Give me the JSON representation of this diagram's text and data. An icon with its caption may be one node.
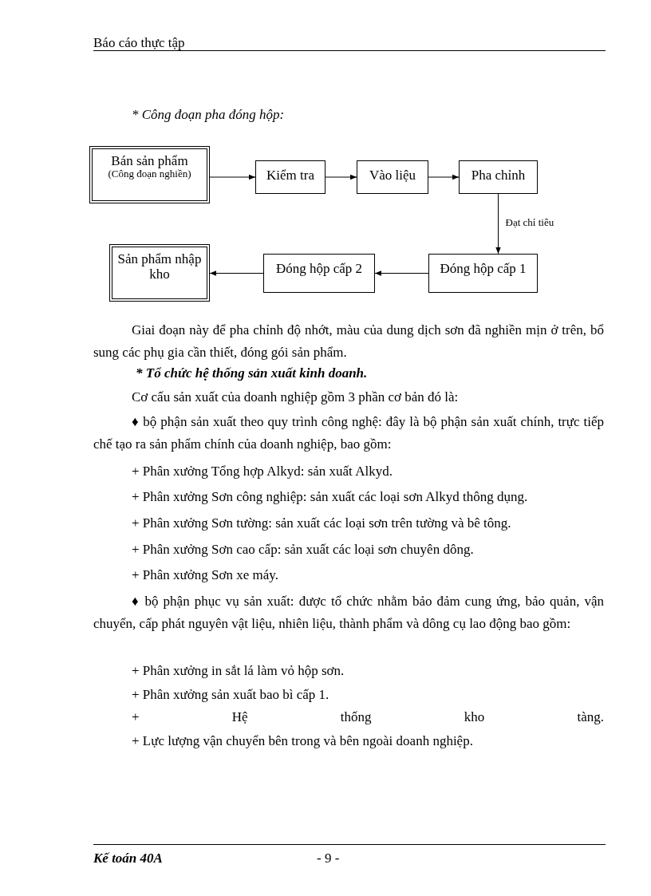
{
  "diagram": {
    "title": "* Công đoạn pha đóng hộp:",
    "nodes": [
      {
        "text": [
          "Bán sản phẩm",
          "(Công đoạn nghiền)"
        ]
      },
      {
        "text": [
          "Kiểm tra"
        ]
      },
      {
        "text": [
          "Vào liệu"
        ]
      },
      {
        "text": [
          "Pha chỉnh"
        ]
      },
      {
        "text": [
          "Đóng hộp cấp 1"
        ]
      },
      {
        "text": [
          "Đóng hộp cấp 2"
        ]
      },
      {
        "text": [
          "Sản phẩm nhập kho"
        ]
      }
    ],
    "edges": [
      {
        "from": 0,
        "to": 1,
        "arrow": "to"
      },
      {
        "from": 1,
        "to": 2,
        "arrow": "to"
      },
      {
        "from": 2,
        "to": 3,
        "arrow": "to"
      },
      {
        "from": 3,
        "to": 4,
        "arrow": "to",
        "label": "Đạt chỉ tiêu"
      },
      {
        "from": 4,
        "to": 5,
        "arrow": "to"
      },
      {
        "from": 5,
        "to": 6,
        "arrow": "to"
      }
    ],
    "labels": [
      "Báo cáo thực tập",
      "Giai đoạn này để pha chỉnh độ nhớt, màu của dung dịch sơn đã nghiền mịn ở trên, bổ sung các phụ gia cần thiết, đóng gói sản phẩm.",
      "* Tổ chức hệ thống sản xuất kinh doanh.",
      "Cơ cấu sản xuất của doanh nghiệp gồm 3 phần cơ bản đó là:",
      "♦ bộ phận sản xuất theo quy trình công nghệ: đây là bộ phận sản xuất chính, trực tiếp chế tạo ra sản phẩm chính của doanh nghiệp, bao gồm:",
      "+ Phân xưởng Tổng hợp Alkyd: sản xuất Alkyd.",
      "+ Phân xưởng Sơn công nghiệp: sản xuất các loại sơn Alkyd thông dụng.",
      "+ Phân xưởng Sơn tường: sản xuất các loại sơn trên tường và bê tông.",
      "+ Phân xưởng Sơn cao cấp: sản xuất các loại sơn chuyên dông.",
      "+ Phân xưởng Sơn xe máy.",
      "♦ bộ phận phục vụ sản xuất: được tổ chức nhằm bảo đảm cung ứng, bảo quản, vận chuyển, cấp phát nguyên vật liệu, nhiên liệu, thành phẩm và dông cụ lao động bao gồm:",
      "+ Phân xưởng in sắt lá làm vỏ hộp sơn.",
      "+ Phân xưởng sản xuất bao bì cấp 1.",
      "+ Hệ thống kho tàng.",
      "+ Lực lượng vận chuyển bên trong và bên ngoài doanh nghiệp.",
      "Kế toán 40A",
      "- 9 -"
    ]
  }
}
